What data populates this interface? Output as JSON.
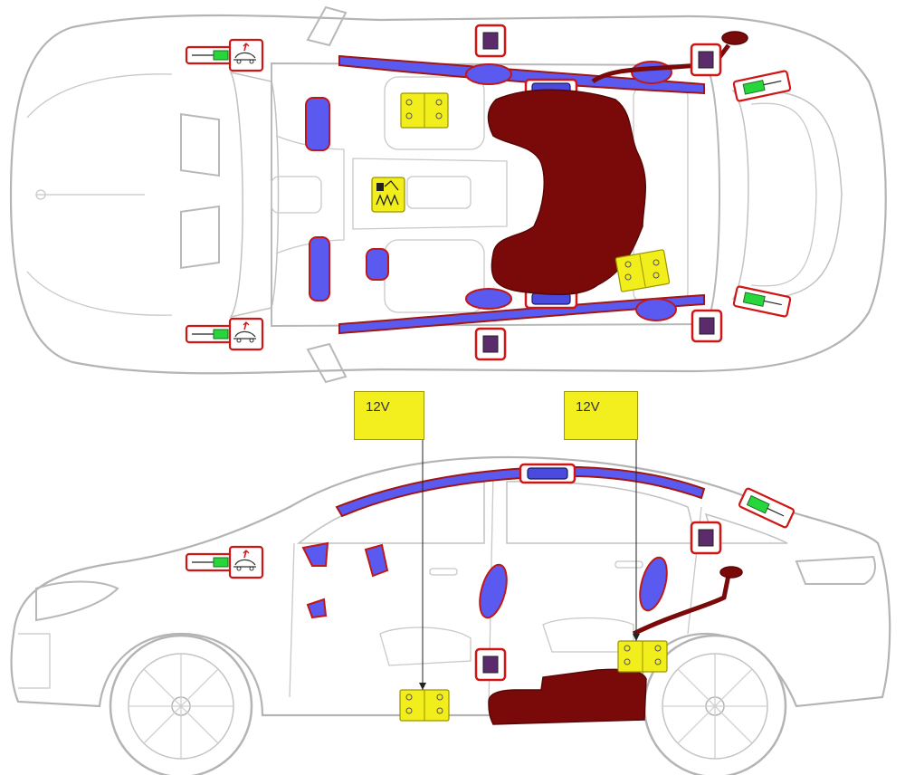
{
  "callouts": [
    {
      "id": "battery-front",
      "label": "12V"
    },
    {
      "id": "battery-rear",
      "label": "12V"
    }
  ],
  "colors": {
    "airbag": "#5a5af0",
    "fuel_tank": "#7a0a0a",
    "gas_generator": "#5b2b6b",
    "battery": "#f2ee1c",
    "gas_strut": "#27d63a",
    "highlight_border": "#d01515"
  },
  "icons": [
    "airbag-icon",
    "curtain-airbag-icon",
    "gas-generator-icon",
    "battery-icon",
    "gas-strut-icon",
    "hood-lift-icon",
    "fuel-tank-icon",
    "control-unit-icon"
  ]
}
